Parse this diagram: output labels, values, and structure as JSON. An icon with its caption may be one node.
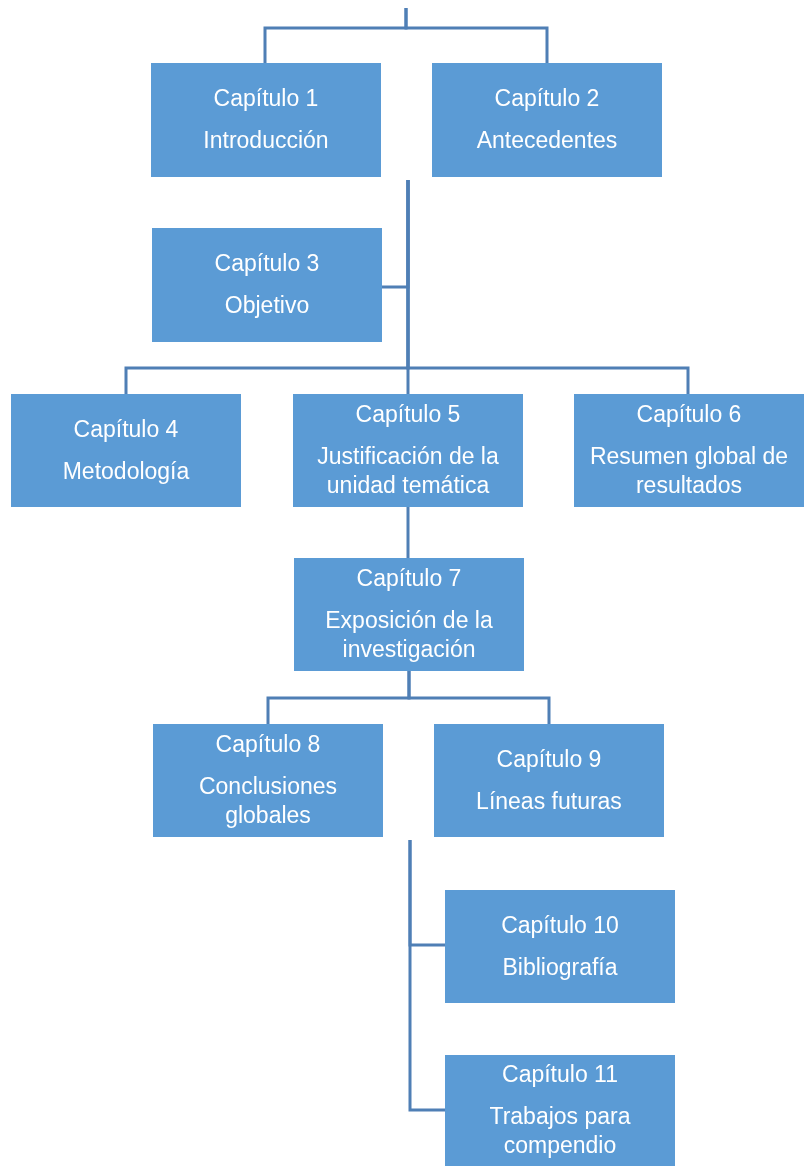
{
  "diagram": {
    "nodes": [
      {
        "text": [
          "Capítulo 1",
          "Introducción"
        ]
      },
      {
        "text": [
          "Capítulo 2",
          "Antecedentes"
        ]
      },
      {
        "text": [
          "Capítulo 3",
          "Objetivo"
        ]
      },
      {
        "text": [
          "Capítulo 4",
          "Metodología"
        ]
      },
      {
        "text": [
          "Capítulo 5",
          "Justificación de la unidad temática"
        ]
      },
      {
        "text": [
          "Capítulo 6",
          "Resumen global de resultados"
        ]
      },
      {
        "text": [
          "Capítulo 7",
          "Exposición de la investigación"
        ]
      },
      {
        "text": [
          "Capítulo 8",
          "Conclusiones globales"
        ]
      },
      {
        "text": [
          "Capítulo 9",
          "Líneas futuras"
        ]
      },
      {
        "text": [
          "Capítulo 10",
          "Bibliografía"
        ]
      },
      {
        "text": [
          "Capítulo 11",
          "Trabajos para compendio"
        ]
      }
    ],
    "edges": [
      {
        "from": null,
        "to": 0,
        "arrow": "none"
      },
      {
        "from": null,
        "to": 1,
        "arrow": "none"
      },
      {
        "from": null,
        "to": 2,
        "arrow": "none"
      },
      {
        "from": null,
        "to": 3,
        "arrow": "none"
      },
      {
        "from": null,
        "to": 4,
        "arrow": "none"
      },
      {
        "from": null,
        "to": 5,
        "arrow": "none"
      },
      {
        "from": 4,
        "to": 6,
        "arrow": "none"
      },
      {
        "from": 6,
        "to": 7,
        "arrow": "none"
      },
      {
        "from": 6,
        "to": 8,
        "arrow": "none"
      },
      {
        "from": null,
        "to": 9,
        "arrow": "none"
      },
      {
        "from": null,
        "to": 10,
        "arrow": "none"
      }
    ]
  }
}
